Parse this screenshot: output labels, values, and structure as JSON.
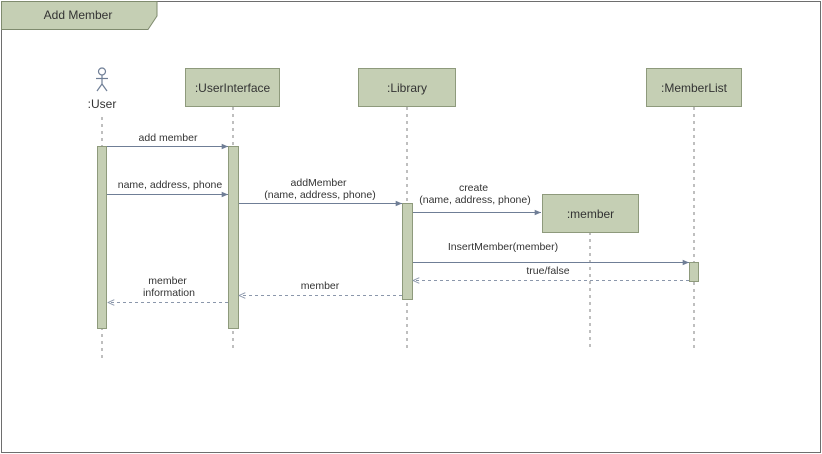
{
  "frame": {
    "title": "Add Member"
  },
  "actor": {
    "label": ":User"
  },
  "participants": [
    {
      "id": "ui",
      "label": ":UserInterface"
    },
    {
      "id": "lib",
      "label": ":Library"
    },
    {
      "id": "ml",
      "label": ":MemberList"
    },
    {
      "id": "mem",
      "label": ":member"
    }
  ],
  "messages": [
    {
      "id": "m1",
      "lines": [
        "add member"
      ]
    },
    {
      "id": "m2",
      "lines": [
        "name, address, phone"
      ]
    },
    {
      "id": "m3",
      "lines": [
        "addMember",
        "(name, address, phone)"
      ]
    },
    {
      "id": "m4",
      "lines": [
        "create",
        "(name, address, phone)"
      ]
    },
    {
      "id": "m5",
      "lines": [
        "InsertMember(member)"
      ]
    },
    {
      "id": "m6",
      "lines": [
        "true/false"
      ]
    },
    {
      "id": "m7",
      "lines": [
        "member"
      ]
    },
    {
      "id": "m8",
      "lines": [
        "member",
        "information"
      ]
    }
  ],
  "colors": {
    "box_fill": "#c5cfb4",
    "box_stroke": "#8e9a7c",
    "line": "#6f7e96",
    "frame_stroke": "#6e6e6e",
    "text": "#333333"
  }
}
